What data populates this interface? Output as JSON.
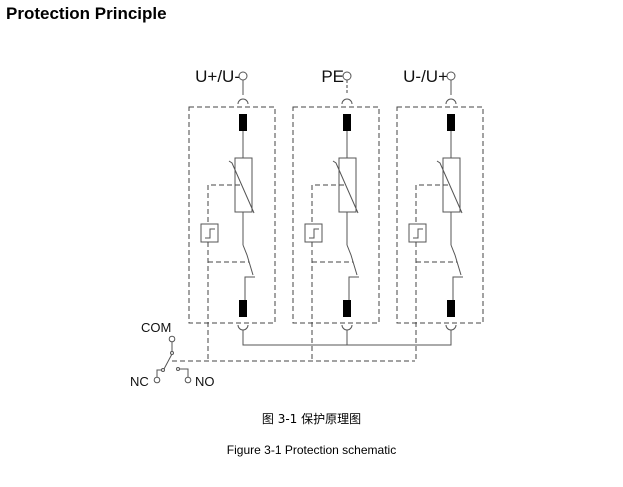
{
  "heading": "Protection Principle",
  "diagram": {
    "terminals": [
      "U+/U-",
      "PE",
      "U-/U+"
    ],
    "com_label": "COM",
    "nc_label": "NC",
    "no_label": "NO"
  },
  "captions": {
    "chinese": "图 3-1  保护原理图",
    "english": "Figure 3-1 Protection schematic"
  }
}
